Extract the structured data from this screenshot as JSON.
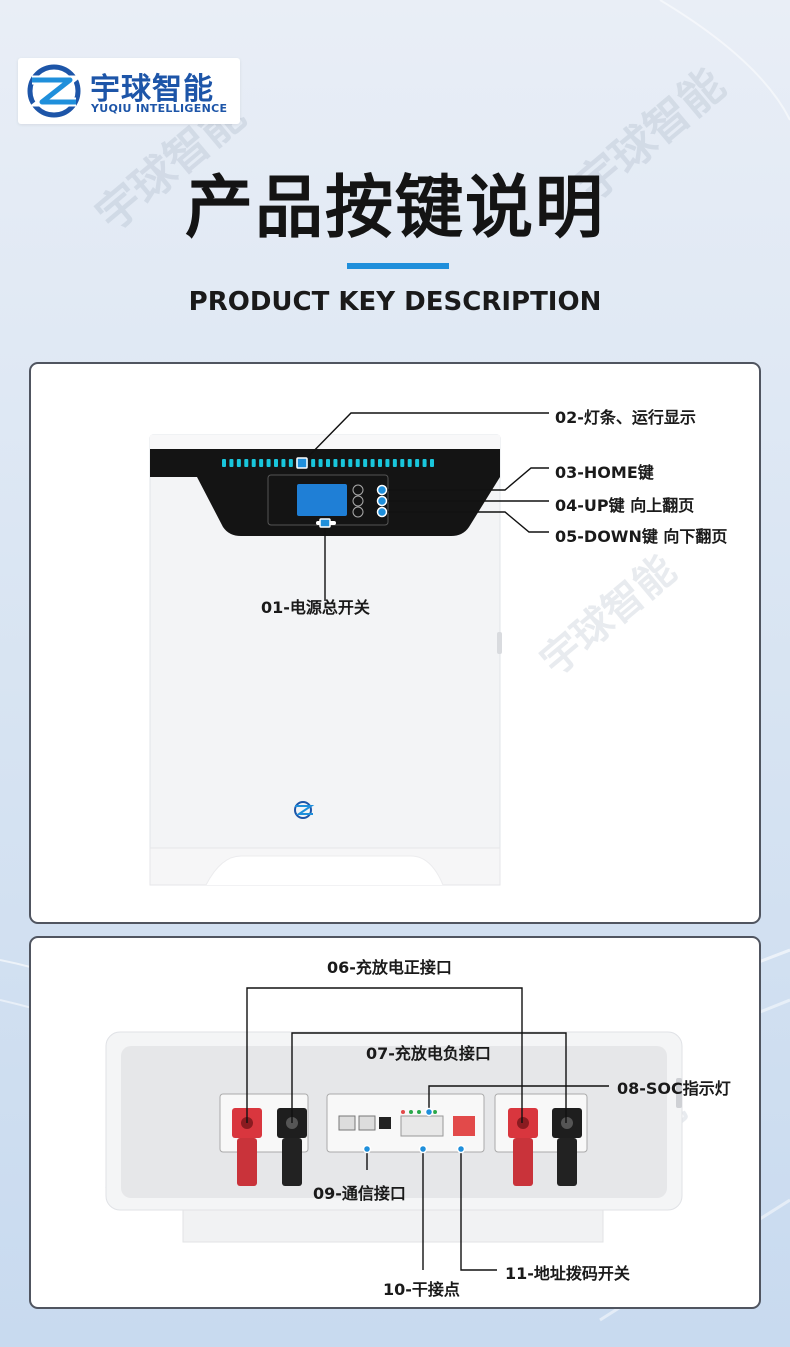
{
  "brand": {
    "name_cn": "宇球智能",
    "name_en": "YUQIU INTELLIGENCE"
  },
  "page": {
    "title": "产品按键说明",
    "subtitle": "PRODUCT KEY DESCRIPTION"
  },
  "watermark": "宇球智能",
  "front_view": {
    "callouts": {
      "c01": "01-电源总开关",
      "c02": "02-灯条、运行显示",
      "c03": "03-HOME键",
      "c04": "04-UP键 向上翻页",
      "c05": "05-DOWN键 向下翻页"
    },
    "led_count": 29
  },
  "bottom_view": {
    "callouts": {
      "c06": "06-充放电正接口",
      "c07": "07-充放电负接口",
      "c08": "08-SOC指示灯",
      "c09": "09-通信接口",
      "c10": "10-干接点",
      "c11": "11-地址拨码开关"
    }
  },
  "colors": {
    "accent": "#1f8fdb",
    "led": "#19c6dc",
    "positive": "#d9363e",
    "negative": "#1e1e1e",
    "brand": "#1d55a8"
  }
}
